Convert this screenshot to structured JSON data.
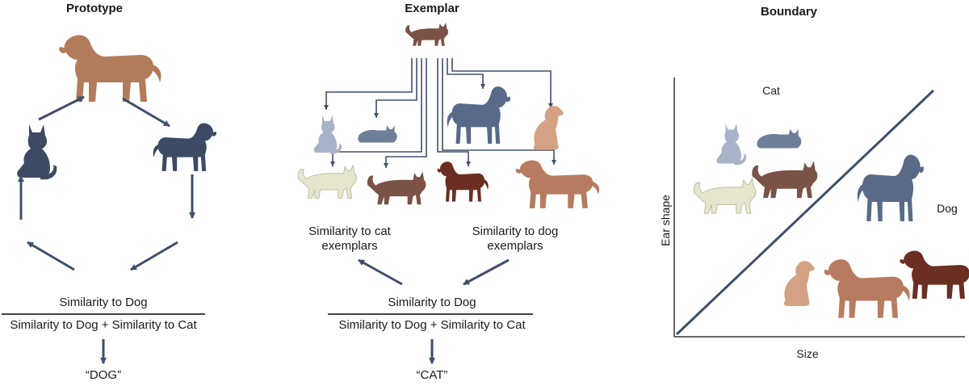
{
  "panels": {
    "prototype": {
      "title": "Prototype",
      "numerator": "Similarity to Dog",
      "denominator": "Similarity to Dog + Similarity to Cat",
      "result": "“DOG”"
    },
    "exemplar": {
      "title": "Exemplar",
      "cat_side_label": "Similarity to cat exemplars",
      "dog_side_label": "Similarity to dog exemplars",
      "numerator": "Similarity to Dog",
      "denominator": "Similarity to Dog + Similarity to Cat",
      "result": "“CAT”"
    },
    "boundary": {
      "title": "Boundary",
      "region_cat": "Cat",
      "region_dog": "Dog",
      "y_axis": "Ear shape",
      "x_axis": "Size"
    }
  },
  "colors": {
    "arrow": "#3e4f6a",
    "brown_dog": "#b27c5a",
    "dark_cat": "#3c4a63",
    "slate_dog": "#586a88",
    "tan_dog": "#d4a283",
    "grey_cat": "#a9b3c8",
    "cream_cat": "#e6e6cf",
    "brown_cat": "#7a5246",
    "chocolate_dog": "#6b2e22",
    "golden_dog": "#b77c60"
  }
}
